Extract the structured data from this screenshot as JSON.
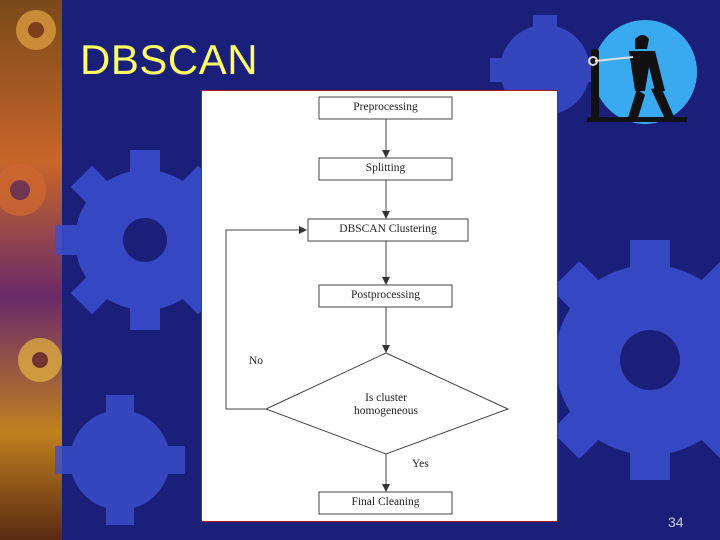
{
  "slide": {
    "title": "DBSCAN",
    "page_number": "34"
  },
  "colors": {
    "background": "#1a1f7a",
    "gear": "#3c4fd0",
    "title": "#ffff66",
    "figure_border": "#b01818"
  },
  "flowchart": {
    "nodes": {
      "preprocessing": "Preprocessing",
      "splitting": "Splitting",
      "dbscan_clustering": "DBSCAN Clustering",
      "postprocessing": "Postprocessing",
      "decision_line1": "Is cluster",
      "decision_line2": "homogeneous",
      "final_cleaning": "Final Cleaning"
    },
    "edges": {
      "no_label": "No",
      "yes_label": "Yes"
    }
  },
  "decorations": {
    "clipart_icon": "man-pulling-rope-icon",
    "gear_icon": "gear-icon",
    "left_strip": "colorful-gear-strip"
  }
}
